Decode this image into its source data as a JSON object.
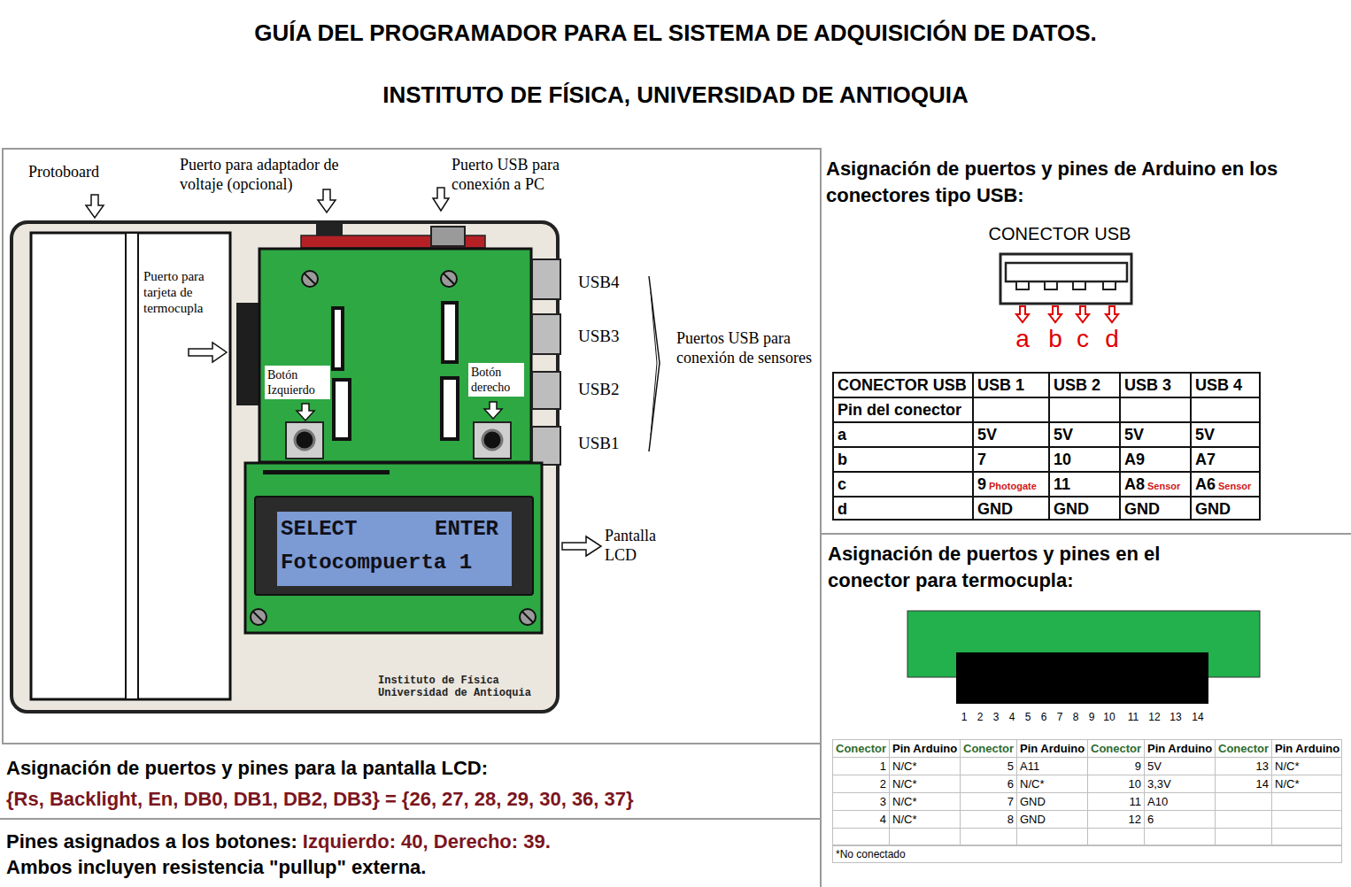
{
  "diagram": {
    "title": "GUÍA DEL PROGRAMADOR PARA EL SISTEMA DE ADQUISICIÓN DE DATOS.",
    "nodes": [
      {
        "text": [
          "Asignación de puertos y pines de Arduino en los conectores tipo USB:"
        ]
      },
      {
        "text": [
          "Asignación de puertos y pines en el conector para termocupla:"
        ]
      },
      {
        "text": [
          "Asignación de puertos y pines para la pantalla LCD:",
          "{Rs, Backlight, En, DB0, DB1, DB2, DB3} = {26, 27, 28, 29, 30, 36, 37}"
        ]
      },
      {
        "text": [
          "Pines asignados a los botones:",
          "Izquierdo: 40, Derecho: 39.",
          "Ambos incluyen resistencia \"pullup\" externa."
        ]
      },
      {
        "text": [
          "SELECT",
          "ENTER",
          "Fotocompuerta 1"
        ]
      },
      {
        "text": [
          "Botón Izquierdo"
        ]
      },
      {
        "text": [
          "Botón derecho"
        ]
      }
    ],
    "labels": [
      "INSTITUTO DE FÍSICA, UNIVERSIDAD DE ANTIOQUIA",
      "Protoboard",
      "Puerto para adaptador de voltaje (opcional)",
      "Puerto USB para conexión a PC",
      "Puerto para tarjeta de termocupla",
      "USB4",
      "USB3",
      "USB2",
      "USB1",
      "Puertos USB para conexión de sensores",
      "Pantalla LCD",
      "Instituto de Física Universidad de Antioquia",
      "CONECTOR USB",
      "a",
      "b",
      "c",
      "d",
      "CONECTOR USB",
      "USB 1",
      "USB 2",
      "USB 3",
      "USB 4",
      "Pin del conector",
      "a",
      "5V",
      "5V",
      "5V",
      "5V",
      "b",
      "7",
      "10",
      "A9",
      "A7",
      "c",
      "9",
      "Photogate",
      "11",
      "A8",
      "Sensor",
      "A6",
      "Sensor",
      "d",
      "GND",
      "GND",
      "GND",
      "GND",
      "1",
      "2",
      "3",
      "4",
      "5",
      "6",
      "7",
      "8",
      "9",
      "10",
      "11",
      "12",
      "13",
      "14",
      "Conector",
      "Pin Arduino",
      "Conector",
      "Pin Arduino",
      "Conector",
      "Pin Arduino",
      "Conector",
      "Pin Arduino",
      "1",
      "N/C*",
      "5",
      "A11",
      "9",
      "5V",
      "13",
      "N/C*",
      "2",
      "N/C*",
      "6",
      "N/C*",
      "10",
      "3,3V",
      "14",
      "N/C*",
      "3",
      "N/C*",
      "7",
      "GND",
      "11",
      "A10",
      "4",
      "N/C*",
      "8",
      "GND",
      "12",
      "6",
      "*No conectado"
    ]
  }
}
